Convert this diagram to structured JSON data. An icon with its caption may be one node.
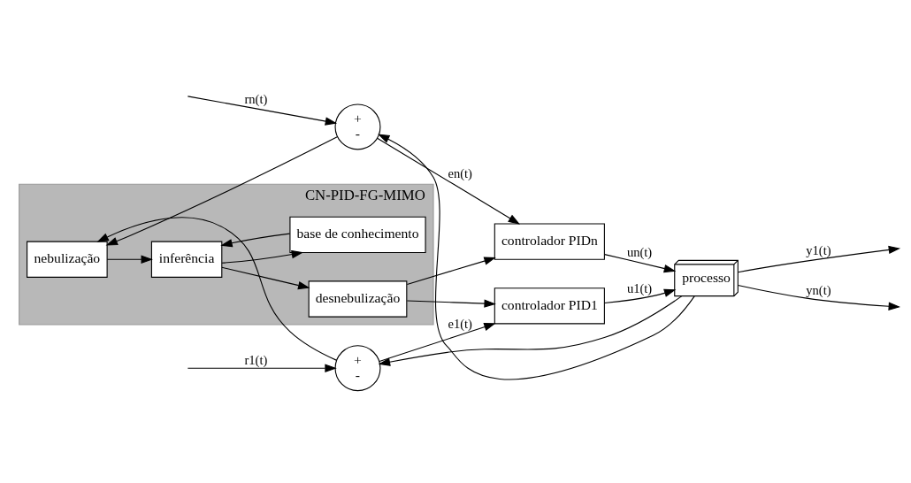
{
  "diagram": {
    "nodes": [
      {
        "text": [
          "CN-PID-FG-MIMO"
        ]
      },
      {
        "text": [
          "nebulização"
        ],
        "in": 0
      },
      {
        "text": [
          "inferência"
        ],
        "in": 0
      },
      {
        "text": [
          "desnebulização"
        ],
        "in": 0
      },
      {
        "text": [
          "base de conhecimento"
        ],
        "in": 0
      },
      {
        "text": [
          "+",
          "-"
        ]
      },
      {
        "text": [
          "+",
          "-"
        ]
      },
      {
        "text": [
          "controlador PID1"
        ]
      },
      {
        "text": [
          "controlador PIDn"
        ]
      },
      {
        "text": [
          "processo"
        ]
      }
    ],
    "edges": [
      {
        "from": null,
        "to": 5,
        "arrow": "to",
        "label": "r1(t)"
      },
      {
        "from": null,
        "to": 6,
        "arrow": "to",
        "label": "rn(t)"
      },
      {
        "from": 5,
        "to": 7,
        "arrow": "to",
        "label": "e1(t)"
      },
      {
        "from": 6,
        "to": 8,
        "arrow": "to",
        "label": "en(t)"
      },
      {
        "from": 5,
        "to": 1,
        "arrow": "to"
      },
      {
        "from": 6,
        "to": 1,
        "arrow": "to"
      },
      {
        "from": 1,
        "to": 2,
        "arrow": "to"
      },
      {
        "from": 2,
        "to": 3,
        "arrow": "to"
      },
      {
        "from": 2,
        "to": 4,
        "arrow": "to"
      },
      {
        "from": 4,
        "to": 2,
        "arrow": "to"
      },
      {
        "from": 3,
        "to": 7,
        "arrow": "to"
      },
      {
        "from": 3,
        "to": 8,
        "arrow": "to"
      },
      {
        "from": 7,
        "to": 9,
        "arrow": "to",
        "label": "u1(t)"
      },
      {
        "from": 8,
        "to": 9,
        "arrow": "to",
        "label": "un(t)"
      },
      {
        "from": 9,
        "to": null,
        "arrow": "to",
        "label": "y1(t)"
      },
      {
        "from": 9,
        "to": null,
        "arrow": "to",
        "label": "yn(t)"
      },
      {
        "from": 9,
        "to": 5,
        "arrow": "to"
      },
      {
        "from": 9,
        "to": 6,
        "arrow": "to"
      }
    ]
  }
}
